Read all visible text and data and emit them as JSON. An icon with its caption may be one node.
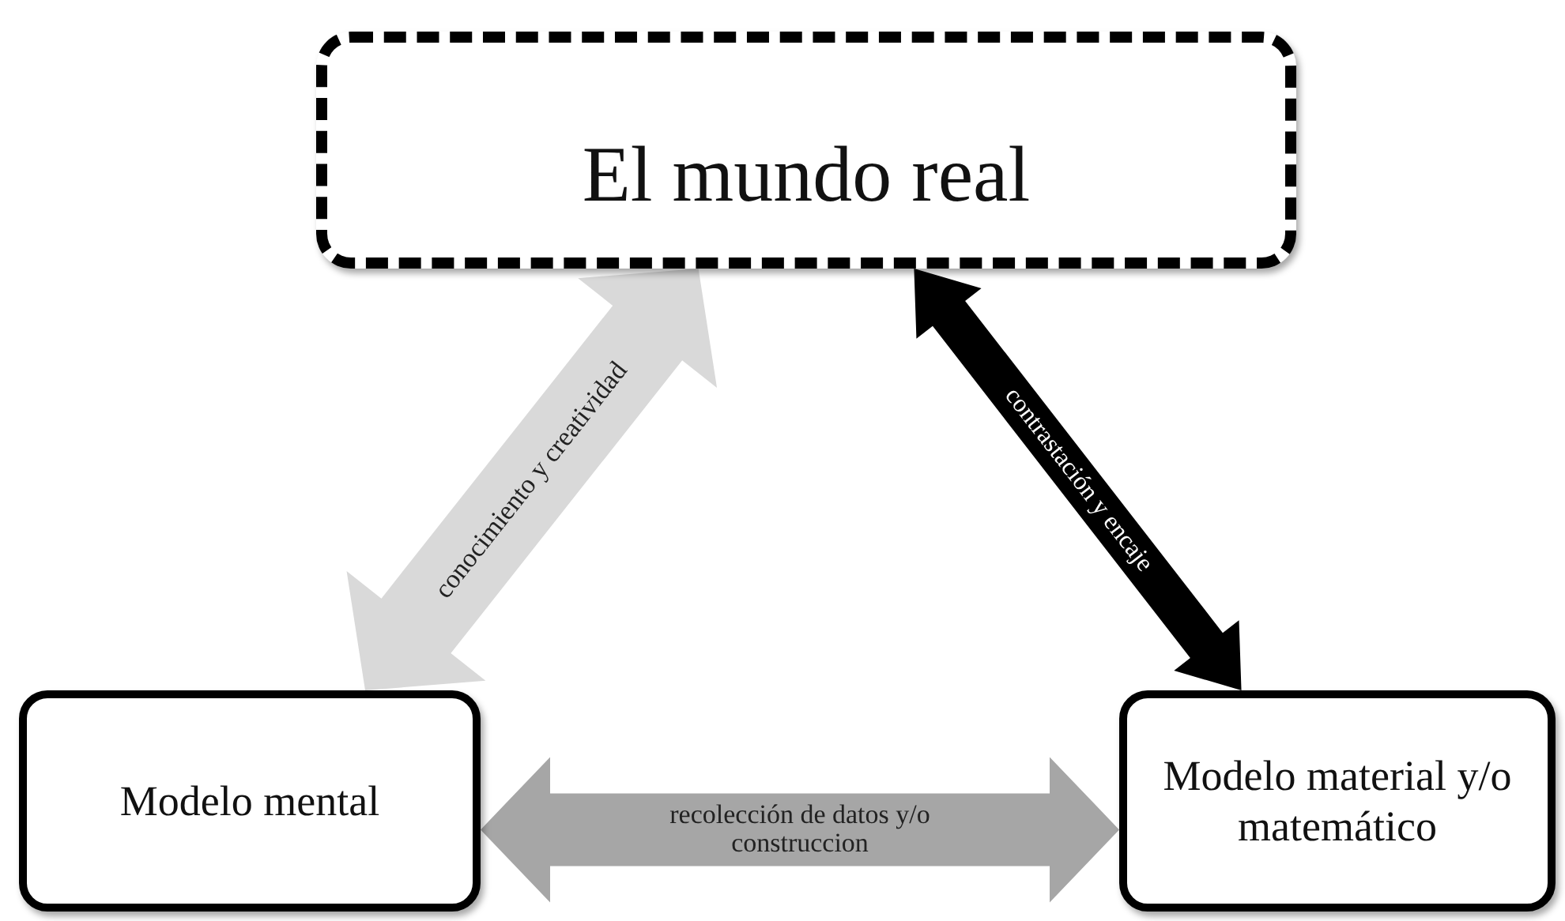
{
  "diagram": {
    "nodes": [
      {
        "text": [
          "El mundo real"
        ]
      },
      {
        "text": [
          "Modelo mental"
        ]
      },
      {
        "text": [
          "Modelo material y/o matemático"
        ]
      }
    ],
    "edges": [
      {
        "from": 1,
        "to": 0,
        "arrow": "both",
        "label": "conocimiento y creatividad",
        "style": "thick",
        "color": "#d9d9d9"
      },
      {
        "from": 1,
        "to": 2,
        "arrow": "both",
        "label": "recolección de datos y/o construccion",
        "style": "thick",
        "color": "#a6a6a6"
      },
      {
        "from": 2,
        "to": 0,
        "arrow": "both",
        "label": "contrastación y encaje",
        "style": "thick",
        "color": "#000000"
      }
    ]
  }
}
